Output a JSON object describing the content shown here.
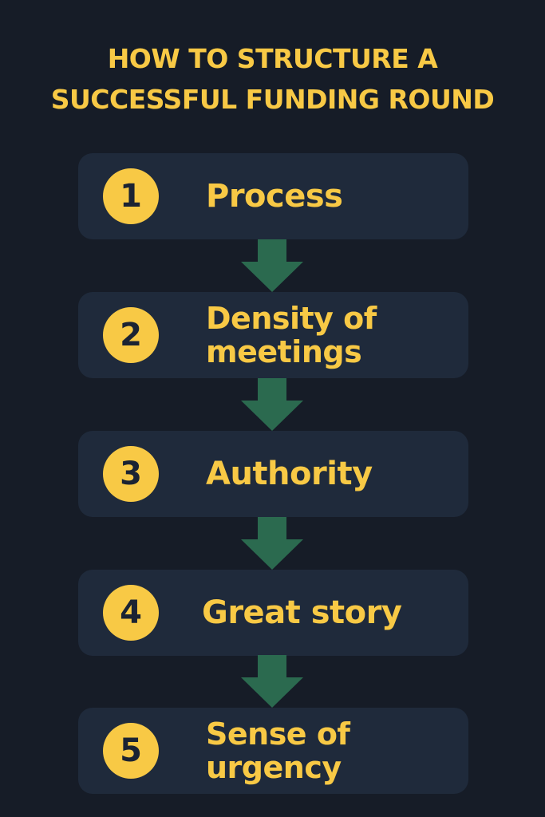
{
  "title": {
    "line1": "HOW TO STRUCTURE A",
    "line2": "SUCCESSFUL FUNDING ROUND"
  },
  "colors": {
    "background": "#161c27",
    "box": "#1f2a3b",
    "accent": "#f8c945",
    "arrow": "#2b6a4f"
  },
  "steps": [
    {
      "number": "1",
      "label": "Process"
    },
    {
      "number": "2",
      "label": "Density of meetings"
    },
    {
      "number": "3",
      "label": "Authority"
    },
    {
      "number": "4",
      "label": "Great story"
    },
    {
      "number": "5",
      "label": "Sense of urgency"
    }
  ]
}
